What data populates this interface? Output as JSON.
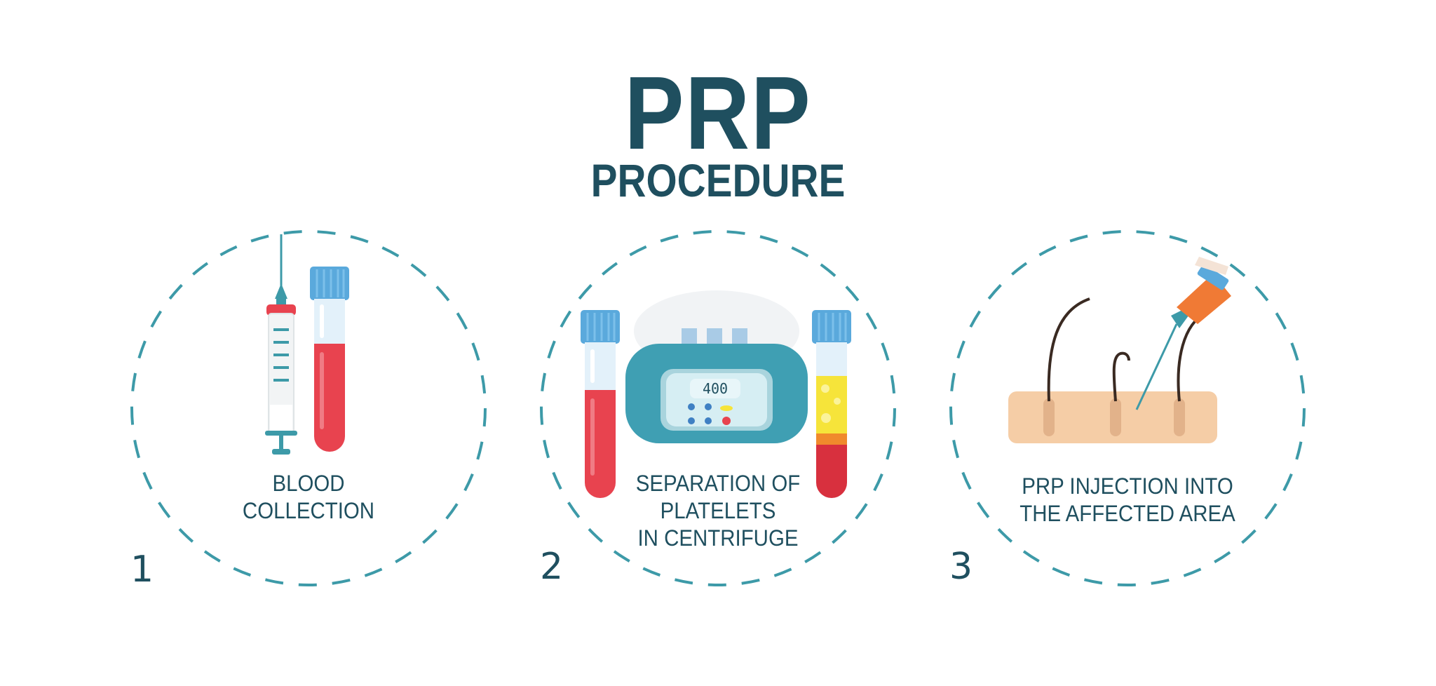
{
  "header": {
    "title": "PRP",
    "subtitle": "PROCEDURE"
  },
  "steps": [
    {
      "number": "1",
      "label": "BLOOD\nCOLLECTION"
    },
    {
      "number": "2",
      "label": "SEPARATION OF\nPLATELETS\nIN CENTRIFUGE",
      "centrifuge_display": "400"
    },
    {
      "number": "3",
      "label": "PRP INJECTION INTO\nTHE AFFECTED AREA"
    }
  ],
  "colors": {
    "primary": "#1f4f5f",
    "ring": "#3d9aa8",
    "blood": "#e8434f",
    "cap": "#5aa9dc",
    "device": "#3f9fb3",
    "plasma": "#f6e43a",
    "skin": "#f5cda6",
    "needle_cap": "#f07a35"
  }
}
